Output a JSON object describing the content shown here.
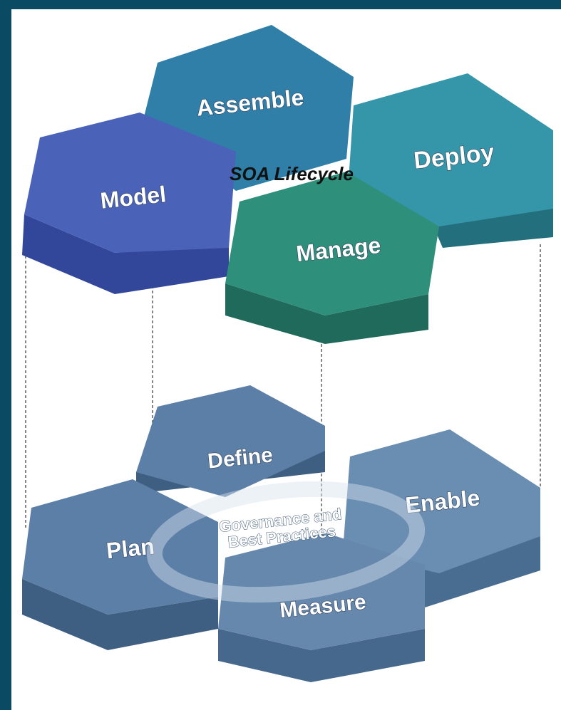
{
  "diagram": {
    "title": "SOA Lifecycle",
    "center_label_line1": "Governance and",
    "center_label_line2": "Best Practices",
    "top_hexes": {
      "assemble": {
        "label": "Assemble",
        "top": "#2f7fa8",
        "side": "#235f80"
      },
      "deploy": {
        "label": "Deploy",
        "top": "#3496a8",
        "side": "#246f7e"
      },
      "model": {
        "label": "Model",
        "top": "#4a63b8",
        "side": "#33479a"
      },
      "manage": {
        "label": "Manage",
        "top": "#2e8f7a",
        "side": "#1f6a5a"
      }
    },
    "bottom_hexes": {
      "define": {
        "label": "Define",
        "top": "#5b7fa6",
        "side": "#3f5f82"
      },
      "enable": {
        "label": "Enable",
        "top": "#6a8db2",
        "side": "#496d91"
      },
      "plan": {
        "label": "Plan",
        "top": "#5b7fa6",
        "side": "#3f5f82"
      },
      "measure": {
        "label": "Measure",
        "top": "#6688ad",
        "side": "#45688c"
      }
    },
    "page_background": "#0b4a63",
    "panel_background": "#ffffff"
  }
}
